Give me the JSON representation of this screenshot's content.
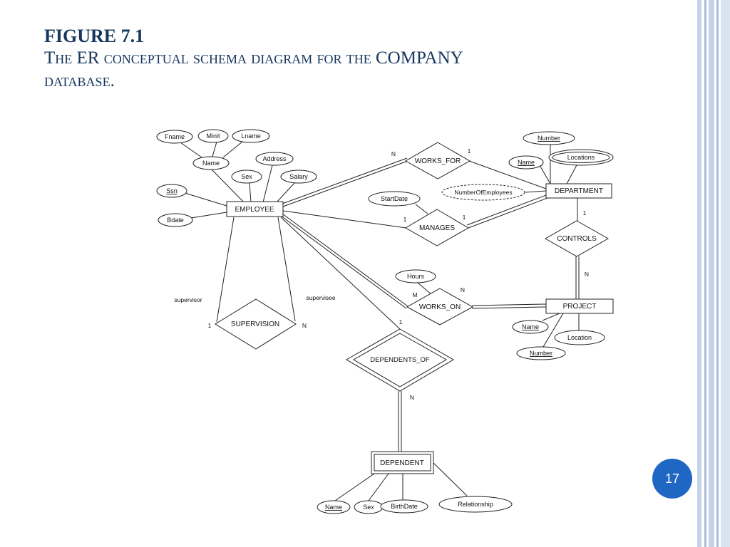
{
  "slide": {
    "figure_label": "FIGURE 7.1",
    "caption_line1": "The ER conceptual schema diagram for the COMPANY",
    "caption_line2": "database.",
    "page_number": "17",
    "colors": {
      "title": "#17375e",
      "badge": "#2067c4",
      "right_border": "#c5d3e8"
    }
  },
  "diagram": {
    "entities": {
      "employee": "EMPLOYEE",
      "department": "DEPARTMENT",
      "project": "PROJECT",
      "dependent": "DEPENDENT"
    },
    "relationships": {
      "works_for": "WORKS_FOR",
      "manages": "MANAGES",
      "controls": "CONTROLS",
      "works_on": "WORKS_ON",
      "supervision": "SUPERVISION",
      "dependents_of": "DEPENDENTS_OF"
    },
    "attributes": {
      "fname": "Fname",
      "minit": "Minit",
      "lname": "Lname",
      "name_emp": "Name",
      "address": "Address",
      "sex_emp": "Sex",
      "salary": "Salary",
      "ssn": "Ssn",
      "bdate": "Bdate",
      "startdate": "StartDate",
      "number_dept": "Number",
      "locations": "Locations",
      "name_dept": "Name",
      "numberofemployees": "NumberOfEmployees",
      "hours": "Hours",
      "name_proj": "Name",
      "location_proj": "Location",
      "number_proj": "Number",
      "name_dep": "Name",
      "sex_dep": "Sex",
      "birthdate": "BirthDate",
      "relationship": "Relationship"
    },
    "cardinalities": {
      "works_for_emp": "N",
      "works_for_dept": "1",
      "manages_emp": "1",
      "manages_dept": "1",
      "controls_dept": "1",
      "controls_proj": "N",
      "works_on_emp": "M",
      "works_on_proj": "N",
      "supervision_left": "1",
      "supervision_right": "N",
      "dependents_of_emp": "1",
      "dependents_of_dep": "N"
    },
    "roles": {
      "supervisor": "supervisor",
      "supervisee": "supervisee"
    }
  }
}
